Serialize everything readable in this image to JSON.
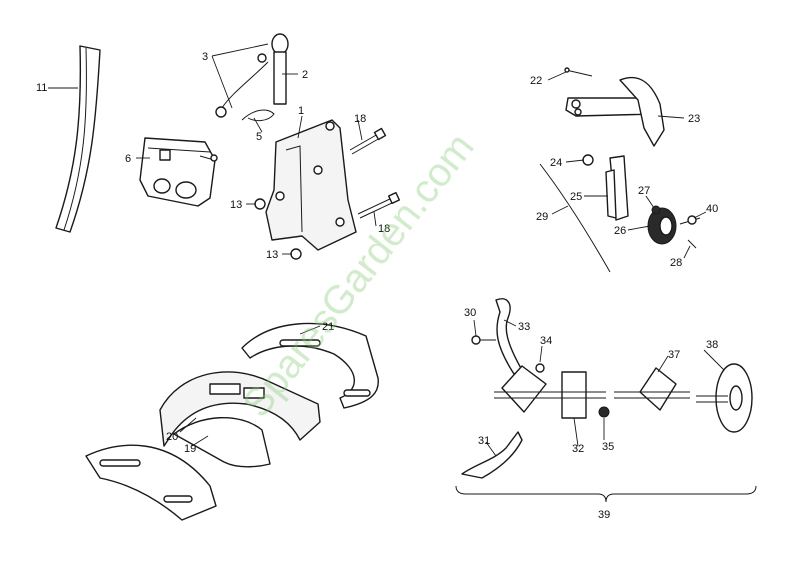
{
  "watermark": "SparesGarden.com",
  "callouts": {
    "c1": "1",
    "c2": "2",
    "c3": "3",
    "c5": "5",
    "c6": "6",
    "c11": "11",
    "c13a": "13",
    "c13b": "13",
    "c18a": "18",
    "c18b": "18",
    "c19": "19",
    "c20": "20",
    "c21": "21",
    "c22": "22",
    "c23": "23",
    "c24": "24",
    "c25": "25",
    "c26": "26",
    "c27": "27",
    "c28": "28",
    "c29": "29",
    "c30": "30",
    "c31": "31",
    "c32": "32",
    "c33": "33",
    "c34": "34",
    "c35": "35",
    "c37": "37",
    "c38": "38",
    "c39": "39",
    "c40": "40"
  },
  "colors": {
    "line": "#1a1a1a",
    "watermark": "#7ccb6a",
    "background": "#ffffff"
  }
}
